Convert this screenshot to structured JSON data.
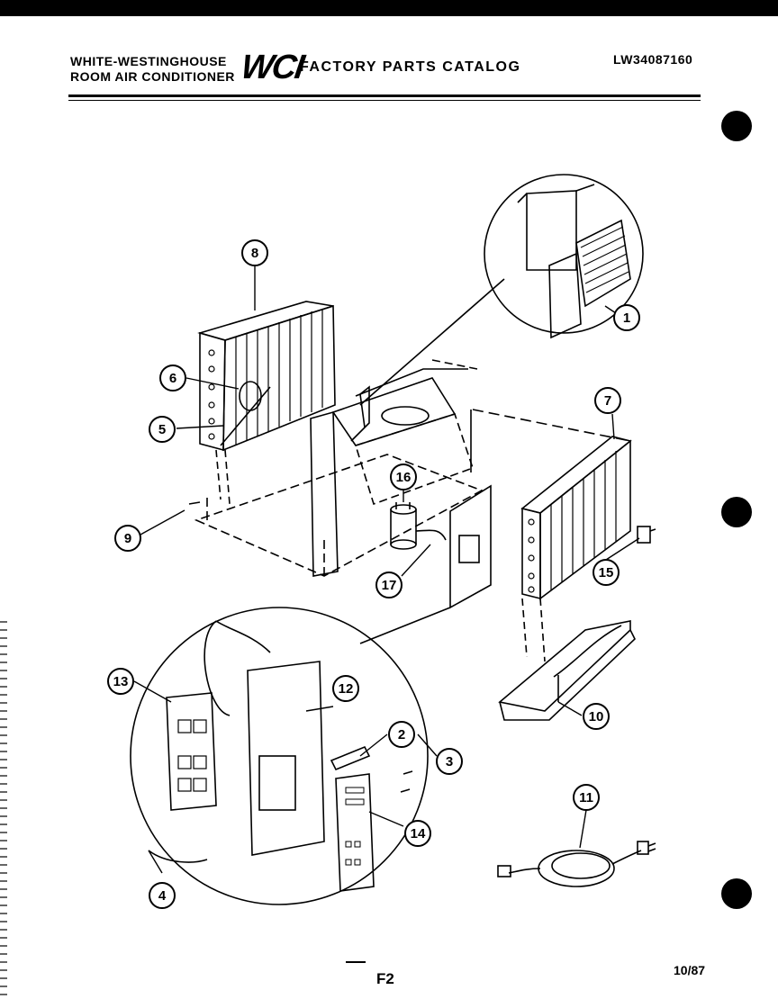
{
  "header": {
    "brand_line1": "WHITE-WESTINGHOUSE",
    "brand_line2": "ROOM AIR CONDITIONER",
    "logo_text": "WCI",
    "catalog_title": "FACTORY PARTS CATALOG",
    "model_number": "LW34087160"
  },
  "callouts": [
    "1",
    "2",
    "3",
    "4",
    "5",
    "6",
    "7",
    "8",
    "9",
    "10",
    "11",
    "12",
    "13",
    "14",
    "15",
    "16",
    "17"
  ],
  "footer": {
    "page_label": "F2",
    "date": "10/87"
  },
  "icons": [
    "punch-hole",
    "callout-circle"
  ]
}
